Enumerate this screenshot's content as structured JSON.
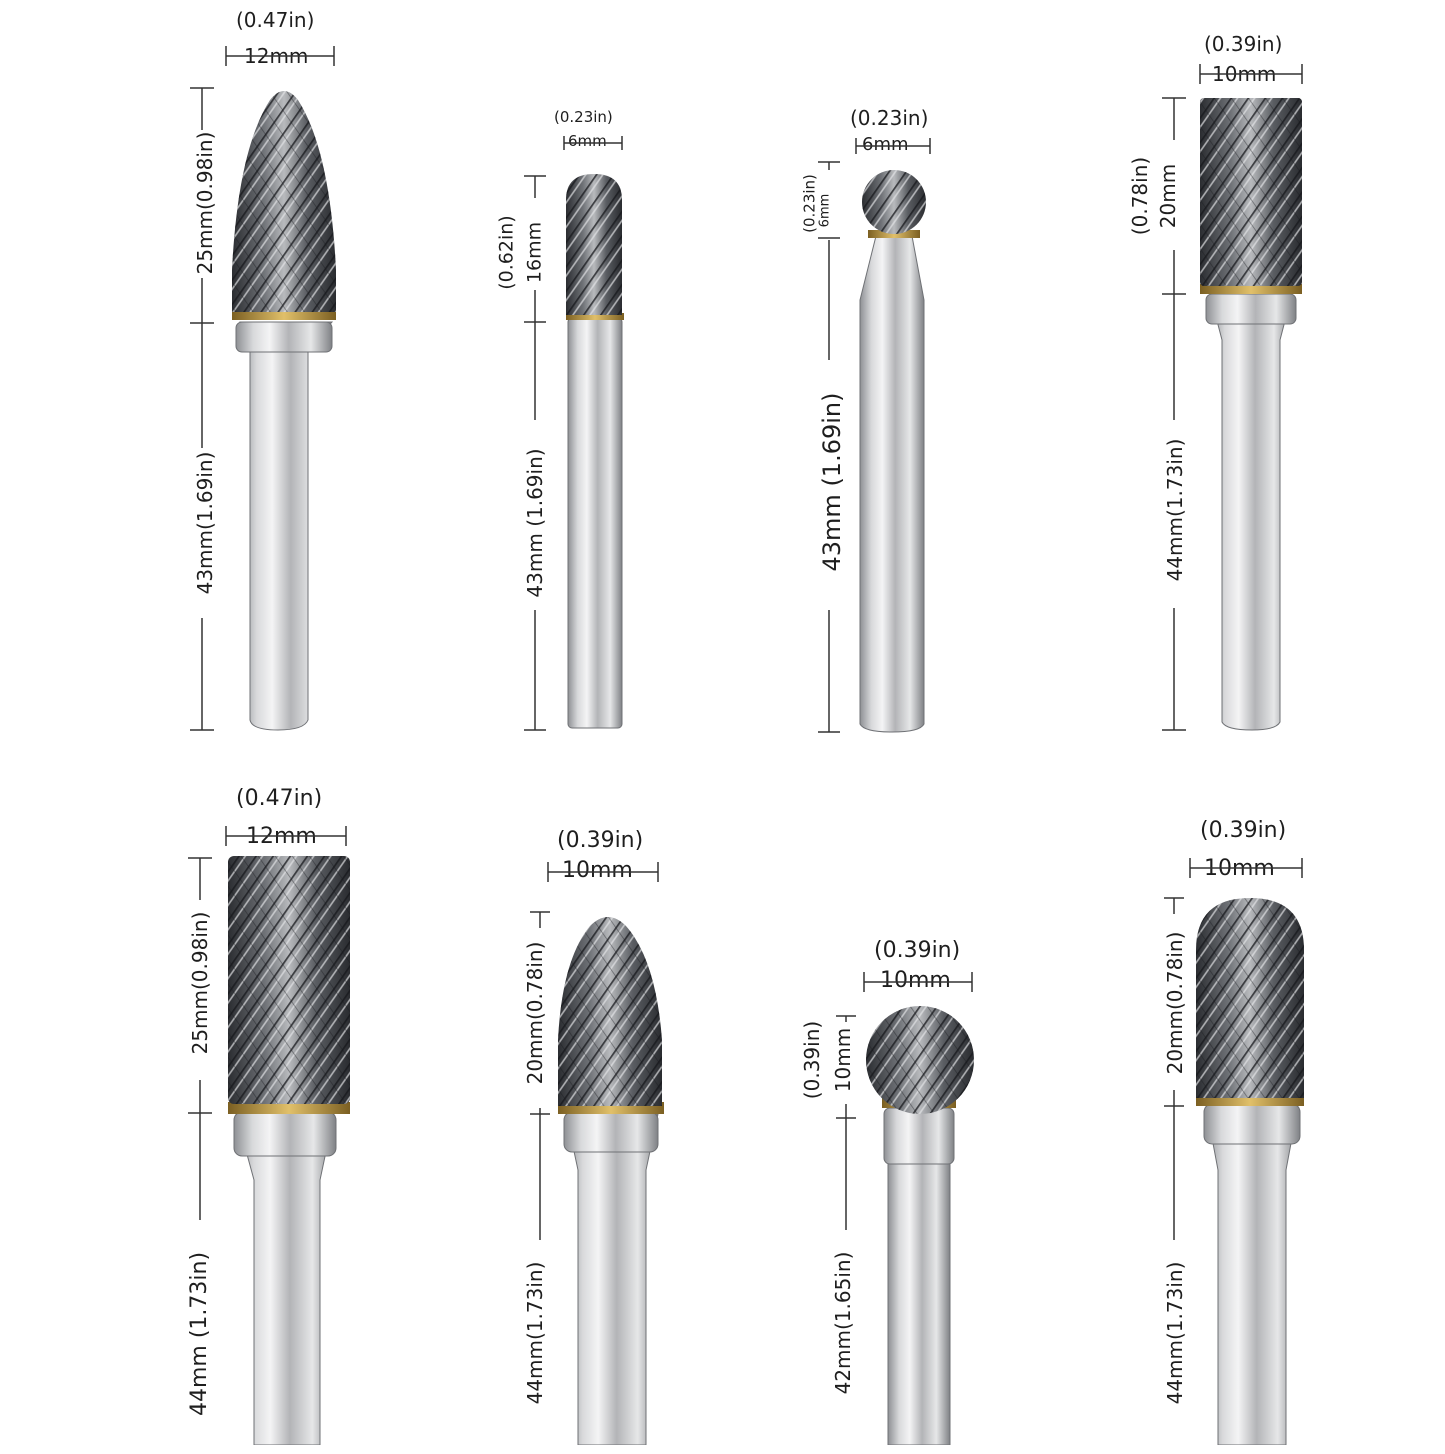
{
  "bits": [
    {
      "name": "tree-pointed",
      "head_shape": "tree-pointed",
      "width_in": "(0.47in)",
      "width_mm": "12mm",
      "head_len": "25mm(0.98in)",
      "shank_len": "43mm(1.69in)"
    },
    {
      "name": "cylinder-ball-small",
      "head_shape": "cylinder-ball-nose",
      "width_in": "(0.23in)",
      "width_mm": "6mm",
      "head_len_in": "(0.62in)",
      "head_len_mm": "16mm",
      "shank_len": "43mm  (1.69in)"
    },
    {
      "name": "ball-small",
      "head_shape": "ball",
      "width_in": "(0.23in)",
      "width_mm": "6mm",
      "head_len_in": "(0.23in)",
      "head_len_mm": "6mm",
      "shank_len": "43mm  (1.69in)"
    },
    {
      "name": "cylinder-flat-10",
      "head_shape": "cylinder-flat",
      "width_in": "(0.39in)",
      "width_mm": "10mm",
      "head_len_in": "(0.78in)",
      "head_len_mm": "20mm",
      "shank_len": "44mm(1.73in)"
    },
    {
      "name": "cylinder-flat-12",
      "head_shape": "cylinder-flat",
      "width_in": "(0.47in)",
      "width_mm": "12mm",
      "head_len": "25mm(0.98in)",
      "shank_len": "44mm  (1.73in)"
    },
    {
      "name": "tree-round-10",
      "head_shape": "tree-round",
      "width_in": "(0.39in)",
      "width_mm": "10mm",
      "head_len": "20mm(0.78in)",
      "shank_len": "44mm(1.73in)"
    },
    {
      "name": "ball-10",
      "head_shape": "ball",
      "width_in": "(0.39in)",
      "width_mm": "10mm",
      "head_len_in": "(0.39in)",
      "head_len_mm": "10mm",
      "shank_len": "42mm(1.65in)"
    },
    {
      "name": "cylinder-ball-10",
      "head_shape": "cylinder-ball-nose",
      "width_in": "(0.39in)",
      "width_mm": "10mm",
      "head_len": "20mm(0.78in)",
      "shank_len": "44mm(1.73in)"
    }
  ],
  "colors": {
    "metal_dark": "#3a3c40",
    "metal_light": "#d9dadc",
    "shank_mid": "#bcbdc0",
    "brass": "#b8923a",
    "line": "#333333"
  }
}
